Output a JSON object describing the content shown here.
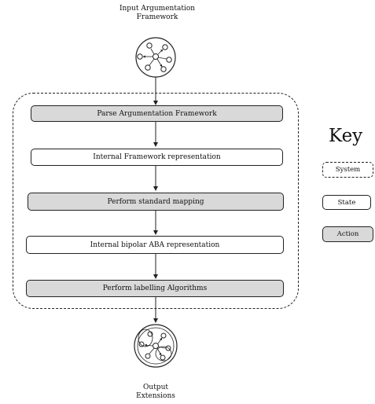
{
  "diagram": {
    "input_label_line1": "Input Argumentation",
    "input_label_line2": "Framework",
    "output_label_line1": "Output",
    "output_label_line2": "Extensions",
    "steps": [
      {
        "label": "Parse Argumentation Framework",
        "kind": "action"
      },
      {
        "label": "Internal Framework representation",
        "kind": "state"
      },
      {
        "label": "Perform standard mapping",
        "kind": "action"
      },
      {
        "label": "Internal bipolar ABA representation",
        "kind": "state"
      },
      {
        "label": "Perform labelling Algorithms",
        "kind": "action"
      }
    ]
  },
  "key": {
    "title": "Key",
    "system": "System",
    "state": "State",
    "action": "Action"
  },
  "colors": {
    "action_fill": "#d9d9d9",
    "state_fill": "#ffffff",
    "stroke": "#222222"
  }
}
